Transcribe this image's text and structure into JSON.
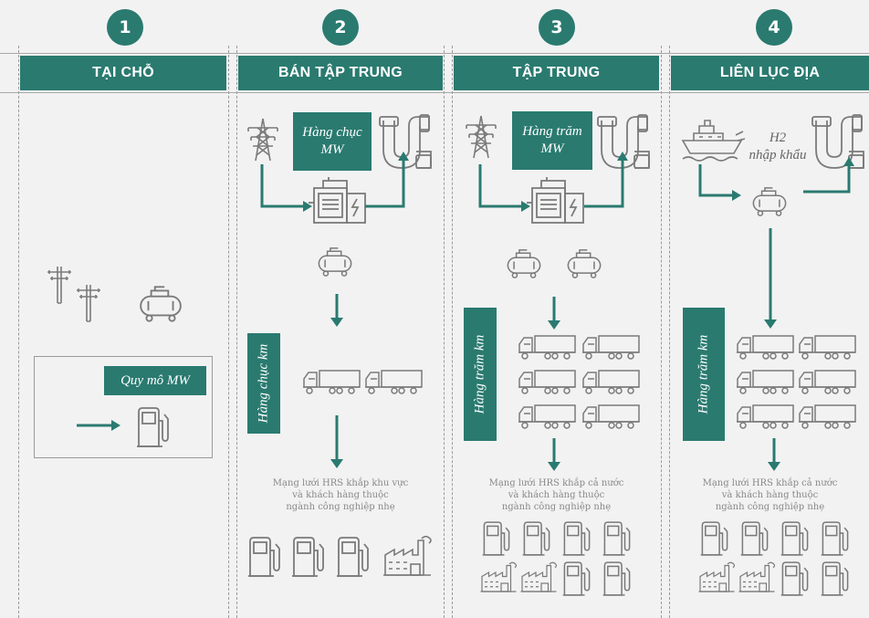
{
  "colors": {
    "teal": "#2a7a70",
    "icon": "#7a7a7a",
    "bg": "#f2f2f2"
  },
  "columns": [
    {
      "number": "1",
      "title": "TẠI CHỖ",
      "scale_label": "Quy mô MW"
    },
    {
      "number": "2",
      "title": "BÁN TẬP TRUNG",
      "capacity_line1": "Hàng chục",
      "capacity_line2": "MW",
      "distance": "Hàng chục km",
      "note_line1": "Mạng lưới HRS khắp khu vực",
      "note_line2": "và khách hàng thuộc",
      "note_line3": "ngành công nghiệp nhẹ"
    },
    {
      "number": "3",
      "title": "TẬP TRUNG",
      "capacity_line1": "Hàng trăm",
      "capacity_line2": "MW",
      "distance": "Hàng trăm km",
      "note_line1": "Mạng lưới HRS khắp cả nước",
      "note_line2": "và khách hàng thuộc",
      "note_line3": "ngành công nghiệp nhẹ"
    },
    {
      "number": "4",
      "title": "LIÊN LỤC ĐỊA",
      "import_line1": "H2",
      "import_line2": "nhập khẩu",
      "distance": "Hàng trăm km",
      "note_line1": "Mạng lưới HRS khắp cả nước",
      "note_line2": "và khách hàng thuộc",
      "note_line3": "ngành công nghiệp nhẹ"
    }
  ],
  "icons": [
    "power-pylon-icon",
    "power-pole-icon",
    "compressor-icon",
    "fuel-pump-icon",
    "electrolyzer-icon",
    "pipeline-icon",
    "truck-icon",
    "factory-icon",
    "ship-icon",
    "arrow-icon"
  ]
}
